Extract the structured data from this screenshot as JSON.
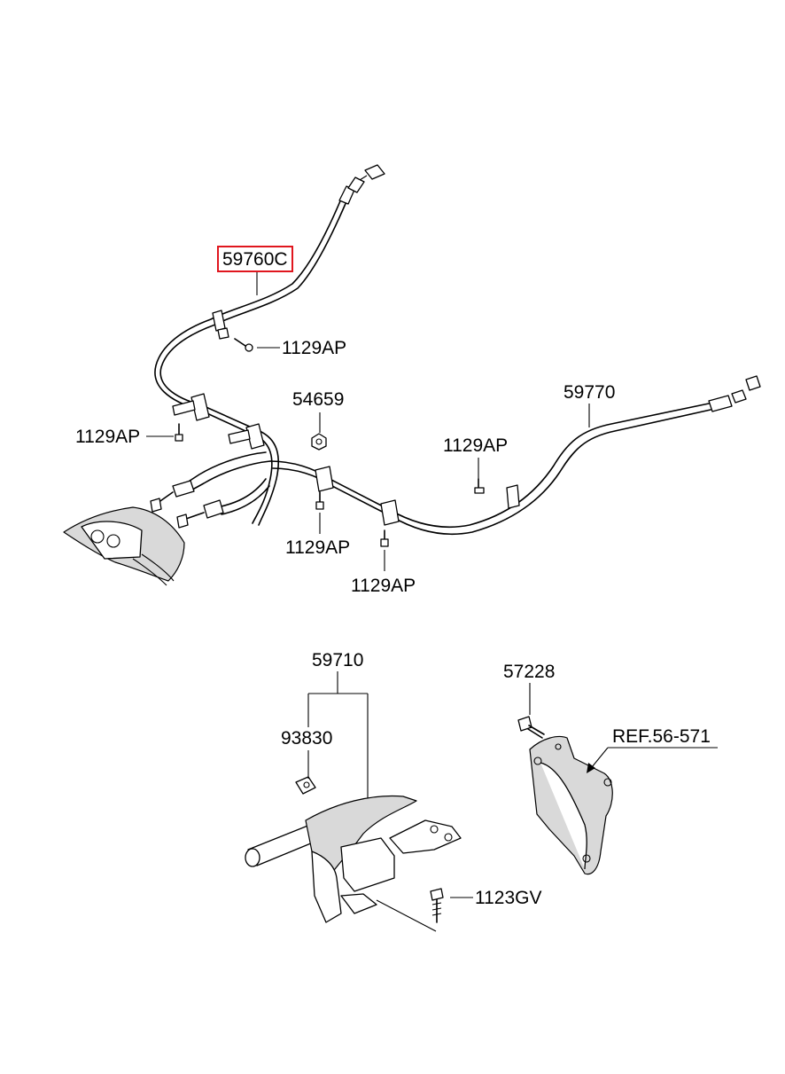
{
  "labels": {
    "cable_center": "59760C",
    "bolt_upper": "1129AP",
    "nut": "54659",
    "cable_right": "59770",
    "bolt_left": "1129AP",
    "bolt_right": "1129AP",
    "bolt_lower_left": "1129AP",
    "bolt_lower_mid": "1129AP",
    "lever_assy": "59710",
    "clip": "93830",
    "bolt_bracket": "57228",
    "bracket_ref": "REF.56-571",
    "bolt_lever": "1123GV"
  },
  "highlight_color": "#e0161e"
}
